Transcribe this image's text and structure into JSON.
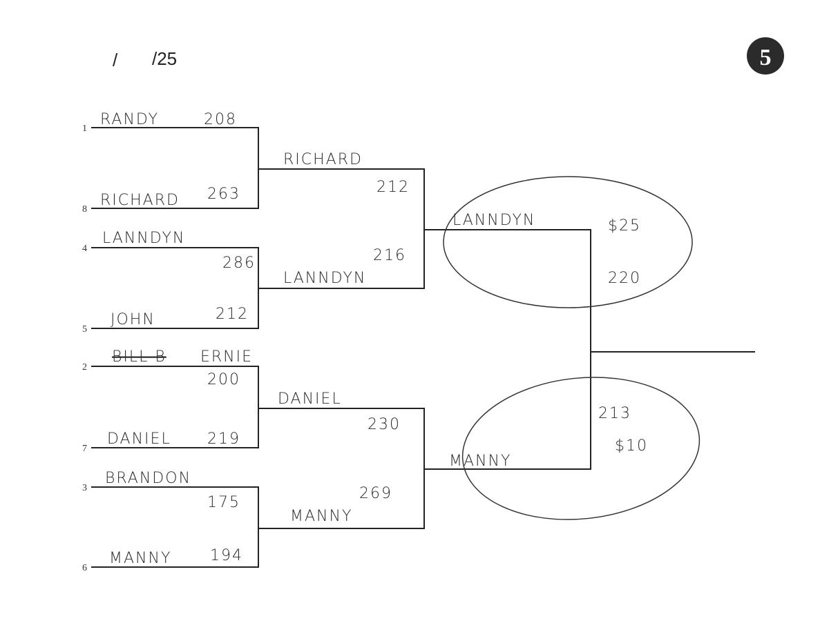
{
  "header": {
    "date_prefix": "/",
    "date_suffix": "/25",
    "page_number": "5"
  },
  "round1": [
    {
      "seed": "1",
      "name": "RANDY",
      "score": "208"
    },
    {
      "seed": "8",
      "name": "RICHARD",
      "score": "263"
    },
    {
      "seed": "4",
      "name": "LANNDYN",
      "score": "286"
    },
    {
      "seed": "5",
      "name": "JOHN",
      "score": "212"
    },
    {
      "seed": "2",
      "name_struck": "BILL B",
      "name": "ERNIE",
      "score": "200"
    },
    {
      "seed": "7",
      "name": "DANIEL",
      "score": "219"
    },
    {
      "seed": "3",
      "name": "BRANDON",
      "score": "175"
    },
    {
      "seed": "6",
      "name": "MANNY",
      "score": "194"
    }
  ],
  "round2": [
    {
      "name": "RICHARD",
      "score": "212"
    },
    {
      "name": "LANNDYN",
      "score": "216"
    },
    {
      "name": "DANIEL",
      "score": "230"
    },
    {
      "name": "MANNY",
      "score": "269"
    }
  ],
  "round3": [
    {
      "name": "LANNDYN",
      "score": "220",
      "prize": "$25"
    },
    {
      "name": "MANNY",
      "score": "213",
      "prize": "$10"
    }
  ]
}
